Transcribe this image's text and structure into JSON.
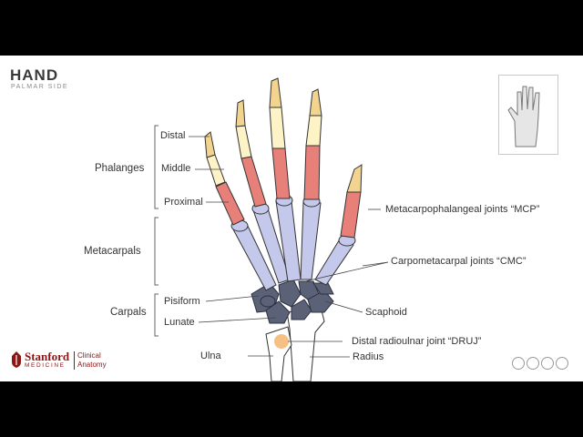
{
  "header": {
    "title": "HAND",
    "subtitle": "PALMAR SIDE"
  },
  "groups": [
    "Phalanges",
    "Metacarpals",
    "Carpals"
  ],
  "labels": {
    "distal": "Distal",
    "middle": "Middle",
    "proximal": "Proximal",
    "mcp": "Metacarpophalangeal joints “MCP”",
    "cmc": "Carpometacarpal joints “CMC”",
    "pisiform": "Pisiform",
    "scaphoid": "Scaphoid",
    "lunate": "Lunate",
    "druj": "Distal radioulnar joint “DRUJ”",
    "ulna": "Ulna",
    "radius": "Radius"
  },
  "logo": {
    "name": "Stanford",
    "medicine": "MEDICINE",
    "line1": "Clinical",
    "line2": "Anatomy"
  },
  "colors": {
    "distal_phalanx": "#f2d48e",
    "middle_phalanx": "#fef3c6",
    "proximal_phalanx": "#e8807a",
    "metacarpal": "#c4c8ea",
    "carpal": "#5b6278",
    "druj_highlight": "#f5b875",
    "brand": "#8c1515"
  },
  "icons": [
    "palm-outline-icon",
    "stanford-tree-icon",
    "cc-icon",
    "by-icon",
    "nc-icon",
    "nd-icon"
  ]
}
